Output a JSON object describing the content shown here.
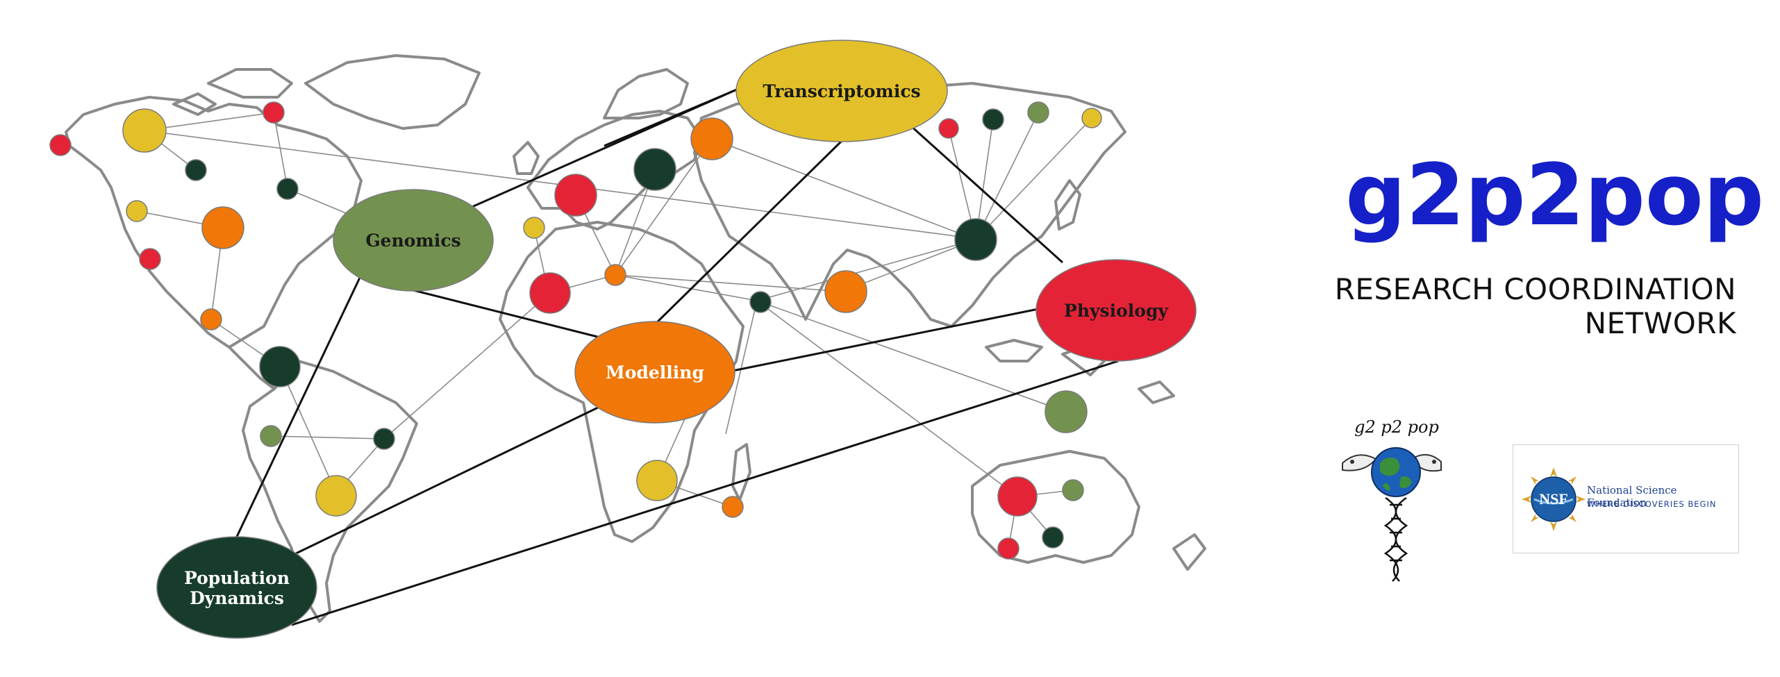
{
  "brand": {
    "title": "g2p2pop",
    "subtitle": "RESEARCH COORDINATION NETWORK",
    "title_color": "#1520c8"
  },
  "logo": {
    "text": "g2 p2 pop"
  },
  "sponsor": {
    "acronym": "NSF",
    "name": "National Science Foundation",
    "tagline": "WHERE DISCOVERIES BEGIN"
  },
  "hubs": [
    {
      "id": "transcriptomics",
      "label": "Transcriptomics",
      "color": "#e3c029"
    },
    {
      "id": "genomics",
      "label": "Genomics",
      "color": "#73924f"
    },
    {
      "id": "physiology",
      "label": "Physiology",
      "color": "#e42337"
    },
    {
      "id": "modelling",
      "label": "Modelling",
      "color": "#f07708"
    },
    {
      "id": "population-dynamics",
      "label_line1": "Population",
      "label_line2": "Dynamics",
      "color": "#173c2c"
    }
  ],
  "palette": {
    "yellow": "#e3c029",
    "green": "#73924f",
    "red": "#e42337",
    "orange": "#f07708",
    "dark": "#173c2c",
    "outline": "#8a8a8a"
  }
}
